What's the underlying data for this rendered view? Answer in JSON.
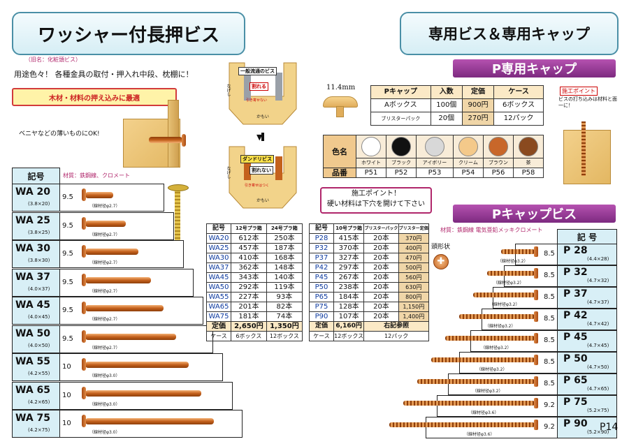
{
  "left": {
    "title": "ワッシャー付長押ビス",
    "old_name": "（旧名：化粧頭ビス）",
    "usage": "用途色々！ 各種金具の取付・押入れ中段、枕棚に！",
    "badge": "木材・材料の押え込みに最適",
    "thin_note": "ベニヤなどの薄いものにOK!",
    "code_header": "記号",
    "material": "材質：鉄鋼線、クロメート",
    "rows": [
      {
        "code": "WA 20",
        "dim": "(3.8×20)",
        "head": "9.5",
        "wire": "（線材径φ2.7）"
      },
      {
        "code": "WA 25",
        "dim": "(3.8×25)",
        "head": "9.5",
        "wire": "（線材径φ2.7）"
      },
      {
        "code": "WA 30",
        "dim": "(3.8×30)",
        "head": "9.5",
        "wire": "（線材径φ2.7）"
      },
      {
        "code": "WA 37",
        "dim": "(4.0×37)",
        "head": "9.5",
        "wire": "（線材径φ2.7）"
      },
      {
        "code": "WA 45",
        "dim": "(4.0×45)",
        "head": "9.5",
        "wire": "（線材径φ2.7）"
      },
      {
        "code": "WA 50",
        "dim": "(4.0×50)",
        "head": "9.5",
        "wire": "（線材径φ2.7）"
      },
      {
        "code": "WA 55",
        "dim": "(4.2×55)",
        "head": "10",
        "wire": "（線材径φ3.0）"
      },
      {
        "code": "WA 65",
        "dim": "(4.2×65)",
        "head": "10",
        "wire": "（線材径φ3.0）"
      },
      {
        "code": "WA 75",
        "dim": "(4.2×75)",
        "head": "10",
        "wire": "（線材径φ3.0）"
      }
    ]
  },
  "diagram": {
    "top_label": "一般流通のビス",
    "break": "割れる",
    "pull": "引き寄せない",
    "kamoi": "かもい",
    "nageshi": "なげし",
    "arrow": "▼",
    "dandori": "ダンドリビス",
    "nobreak": "割れない",
    "pull_ok": "引き寄せはつく"
  },
  "table_wa": {
    "headers": [
      "記号",
      "12号プラ箱",
      "24号プラ箱"
    ],
    "rows": [
      [
        "WA20",
        "612本",
        "250本"
      ],
      [
        "WA25",
        "457本",
        "187本"
      ],
      [
        "WA30",
        "410本",
        "168本"
      ],
      [
        "WA37",
        "362本",
        "148本"
      ],
      [
        "WA45",
        "343本",
        "140本"
      ],
      [
        "WA50",
        "292本",
        "119本"
      ],
      [
        "WA55",
        "227本",
        "93本"
      ],
      [
        "WA65",
        "201本",
        "82本"
      ],
      [
        "WA75",
        "181本",
        "74本"
      ]
    ],
    "price": [
      "定価",
      "2,650円",
      "1,350円"
    ],
    "case": [
      "ケース",
      "6ボックス",
      "12ボックス"
    ]
  },
  "table_p": {
    "headers": [
      "記号",
      "10号プラ箱",
      "ブリスターパック",
      "ブリスター定価"
    ],
    "rows": [
      [
        "P28",
        "415本",
        "20本",
        "370円"
      ],
      [
        "P32",
        "370本",
        "20本",
        "400円"
      ],
      [
        "P37",
        "327本",
        "20本",
        "470円"
      ],
      [
        "P42",
        "297本",
        "20本",
        "500円"
      ],
      [
        "P45",
        "267本",
        "20本",
        "560円"
      ],
      [
        "P50",
        "238本",
        "20本",
        "630円"
      ],
      [
        "P65",
        "184本",
        "20本",
        "800円"
      ],
      [
        "P75",
        "128本",
        "20本",
        "1,150円"
      ],
      [
        "P90",
        "107本",
        "20本",
        "1,400円"
      ]
    ],
    "price": [
      "定価",
      "6,160円",
      "右記参照"
    ],
    "case": [
      "ケース",
      "12ボックス",
      "12パック"
    ]
  },
  "right": {
    "title": "専用ビス＆専用キャップ",
    "cap_banner": "P専用キャップ",
    "cap_size": "11.4mm",
    "cap_table": {
      "headers": [
        "Pキャップ",
        "入数",
        "定価",
        "ケース"
      ],
      "rows": [
        [
          "Aボックス",
          "100個",
          "900円",
          "6ボックス"
        ],
        [
          "ブリスターパック",
          "20個",
          "270円",
          "12パック"
        ]
      ]
    },
    "color_label": "色名",
    "hinban_label": "品番",
    "colors": [
      {
        "name": "ホワイト",
        "code": "P51",
        "hex": "#ffffff"
      },
      {
        "name": "ブラック",
        "code": "P52",
        "hex": "#111111"
      },
      {
        "name": "アイボリー",
        "code": "P53",
        "hex": "#d8d8d8"
      },
      {
        "name": "クリーム",
        "code": "P54",
        "hex": "#f4c98a"
      },
      {
        "name": "ブラウン",
        "code": "P56",
        "hex": "#c8672a"
      },
      {
        "name": "茶",
        "code": "P58",
        "hex": "#8a4a1f"
      }
    ],
    "point_title": "施工ポイント",
    "point_text": "ビスの打ち込みは材料と面一に！",
    "point2_title": "施工ポイント！",
    "point2_text": "硬い材料は下穴を開けて下さい",
    "screw_banner": "Pキャップビス",
    "material": "材質：鉄鋼線 電気亜鉛メッキクロメート",
    "head_shape": "頭形状",
    "code_header": "記 号",
    "rows": [
      {
        "code": "P 28",
        "dim": "(4.4×28)",
        "head": "8.5",
        "wire": "（線材径φ3.2）"
      },
      {
        "code": "P 32",
        "dim": "(4.7×32)",
        "head": "8.5",
        "wire": "（線材径φ3.2）"
      },
      {
        "code": "P 37",
        "dim": "(4.7×37)",
        "head": "8.5",
        "wire": "（線材径φ3.2）"
      },
      {
        "code": "P 42",
        "dim": "(4.7×42)",
        "head": "8.5",
        "wire": "（線材径φ3.2）"
      },
      {
        "code": "P 45",
        "dim": "(4.7×45)",
        "head": "8.5",
        "wire": "（線材径φ3.2）"
      },
      {
        "code": "P 50",
        "dim": "(4.7×50)",
        "head": "8.5",
        "wire": "（線材径φ3.2）"
      },
      {
        "code": "P 65",
        "dim": "(4.7×65)",
        "head": "8.5",
        "wire": "（線材径φ3.2）"
      },
      {
        "code": "P 75",
        "dim": "(5.2×75)",
        "head": "9.2",
        "wire": "（線材径φ3.6）"
      },
      {
        "code": "P 90",
        "dim": "(5.2×90)",
        "head": "9.2",
        "wire": "（線材径φ3.6）"
      }
    ],
    "page": "P14"
  }
}
